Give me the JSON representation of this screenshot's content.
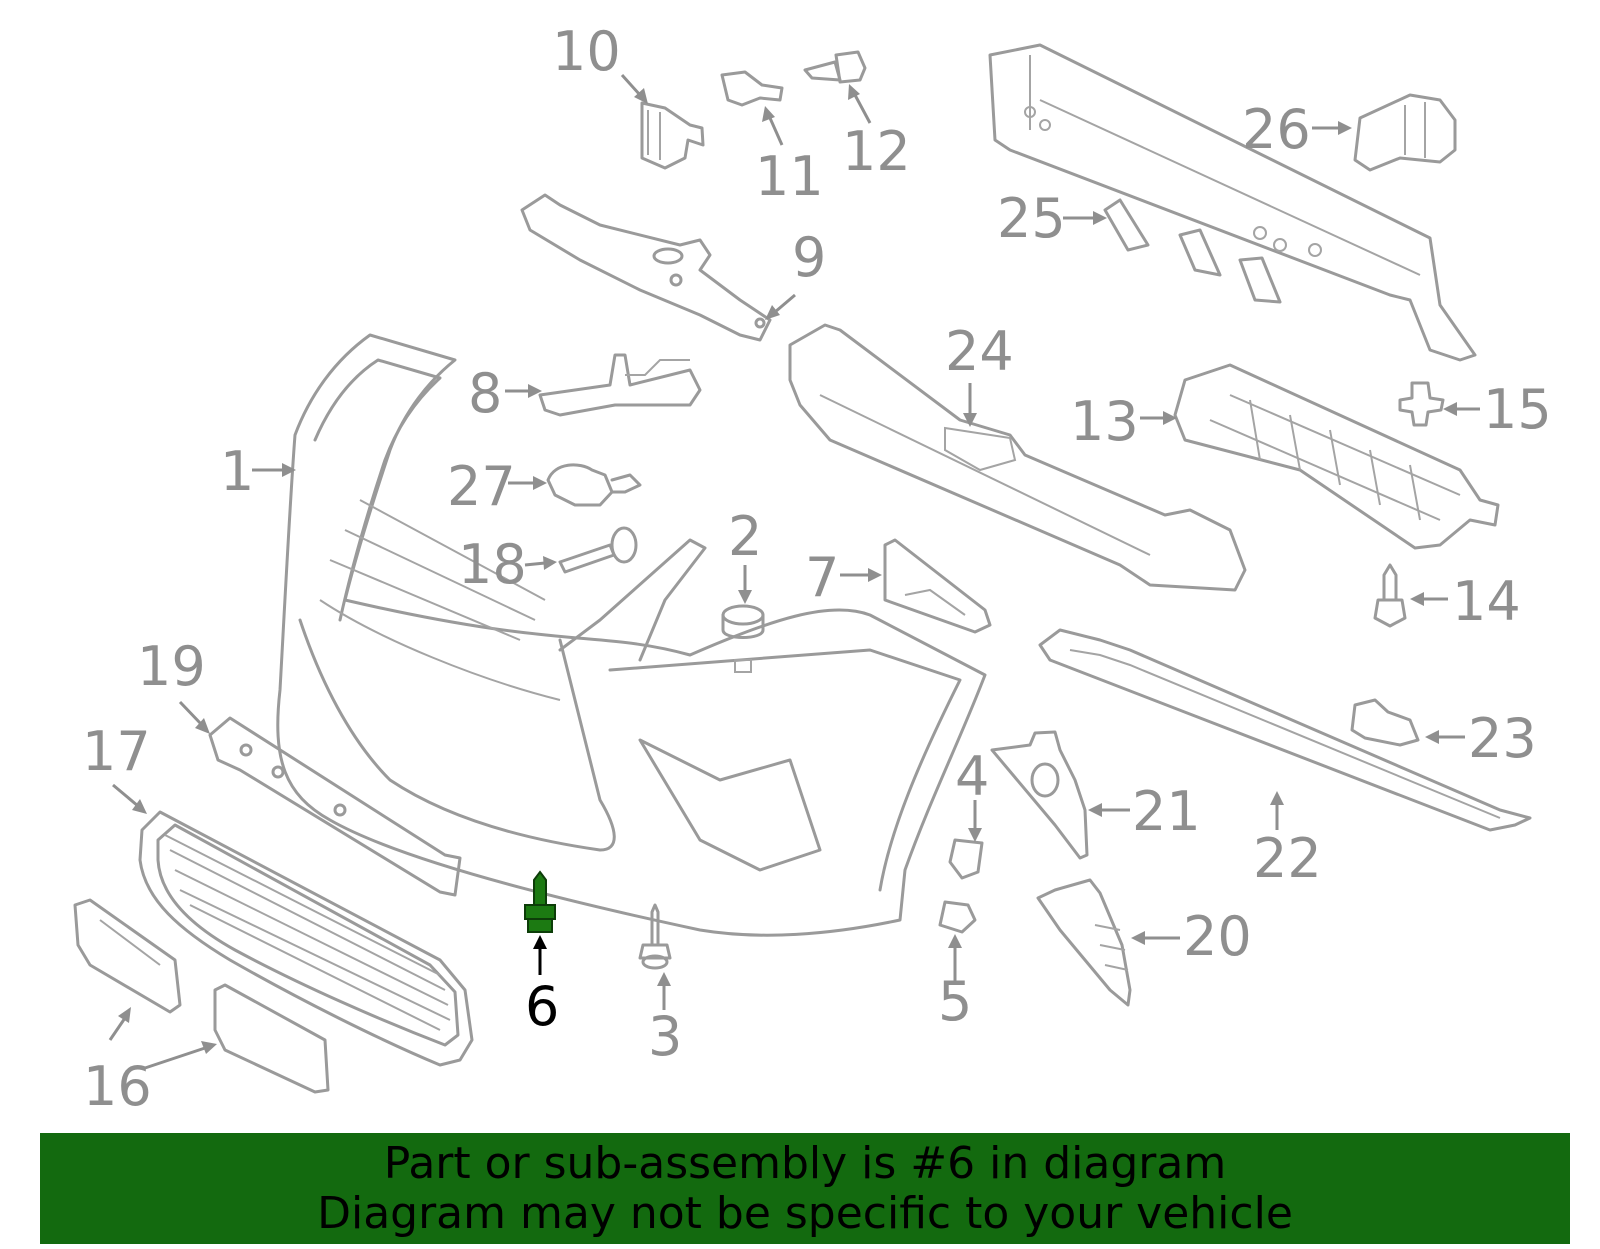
{
  "diagram": {
    "callouts": [
      {
        "num": "1"
      },
      {
        "num": "2"
      },
      {
        "num": "3"
      },
      {
        "num": "4"
      },
      {
        "num": "5"
      },
      {
        "num": "6"
      },
      {
        "num": "7"
      },
      {
        "num": "8"
      },
      {
        "num": "9"
      },
      {
        "num": "10"
      },
      {
        "num": "11"
      },
      {
        "num": "12"
      },
      {
        "num": "13"
      },
      {
        "num": "14"
      },
      {
        "num": "15"
      },
      {
        "num": "16"
      },
      {
        "num": "17"
      },
      {
        "num": "18"
      },
      {
        "num": "19"
      },
      {
        "num": "20"
      },
      {
        "num": "21"
      },
      {
        "num": "22"
      },
      {
        "num": "23"
      },
      {
        "num": "24"
      },
      {
        "num": "25"
      },
      {
        "num": "26"
      },
      {
        "num": "27"
      }
    ],
    "highlighted_part": "6",
    "highlight_color": "#1c7a12",
    "line_color": "#9a9a9a"
  },
  "banner": {
    "line1": "Part or sub-assembly is #6 in diagram",
    "line2": "Diagram may not be specific to your vehicle",
    "color": "#136a0f"
  }
}
